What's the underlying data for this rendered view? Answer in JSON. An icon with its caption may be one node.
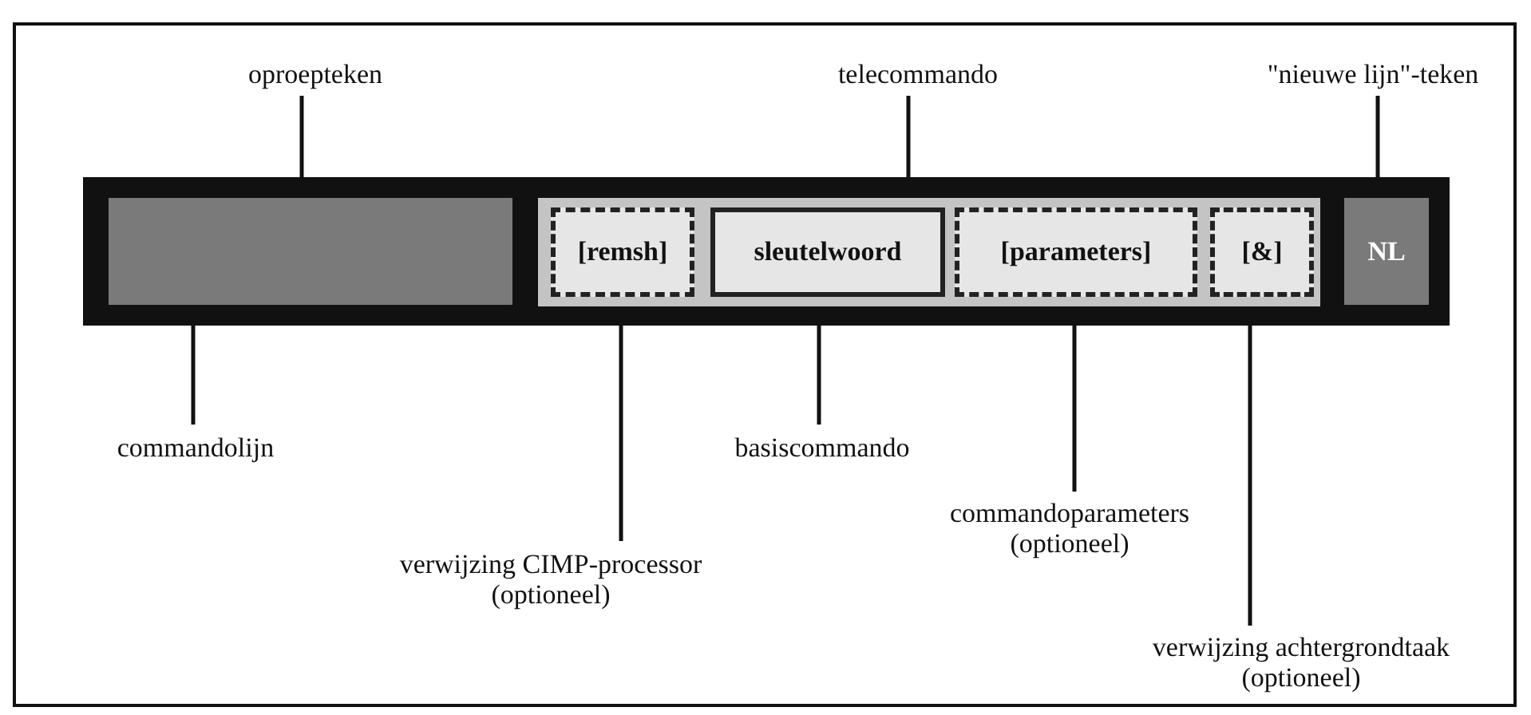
{
  "diagram": {
    "nodes": [
      {
        "text": [],
        "shape": "bar"
      },
      {
        "text": [],
        "shape": "box",
        "in": 0
      },
      {
        "text": [],
        "shape": "box",
        "in": 0
      },
      {
        "text": [
          "[remsh]"
        ],
        "in": 2
      },
      {
        "text": [
          "sleutelwoord"
        ],
        "in": 2
      },
      {
        "text": [
          "[parameters]"
        ],
        "in": 2
      },
      {
        "text": [
          "[&]"
        ],
        "in": 2
      },
      {
        "text": [
          "NL"
        ],
        "in": 0
      },
      {
        "text": [
          "oproepteken"
        ]
      },
      {
        "text": [
          "telecommando"
        ]
      },
      {
        "text": [
          "\"nieuwe lijn\"-teken"
        ]
      },
      {
        "text": [
          "commandolijn"
        ]
      },
      {
        "text": [
          "basiscommando"
        ]
      },
      {
        "text": [
          "commandoparameters (optioneel)"
        ]
      },
      {
        "text": [
          "verwijzing CIMP-processor (optioneel)"
        ]
      },
      {
        "text": [
          "verwijzing achtergrondtaak (optioneel)"
        ]
      }
    ],
    "edges": [
      {
        "from": 8,
        "to": 1,
        "arrow": "none"
      },
      {
        "from": 9,
        "to": 2,
        "arrow": "none"
      },
      {
        "from": 10,
        "to": 7,
        "arrow": "none"
      },
      {
        "from": 11,
        "to": 0,
        "arrow": "none"
      },
      {
        "from": 12,
        "to": 4,
        "arrow": "none"
      },
      {
        "from": 13,
        "to": 5,
        "arrow": "none"
      },
      {
        "from": 14,
        "to": 3,
        "arrow": "none"
      },
      {
        "from": 15,
        "to": 6,
        "arrow": "none"
      }
    ]
  }
}
